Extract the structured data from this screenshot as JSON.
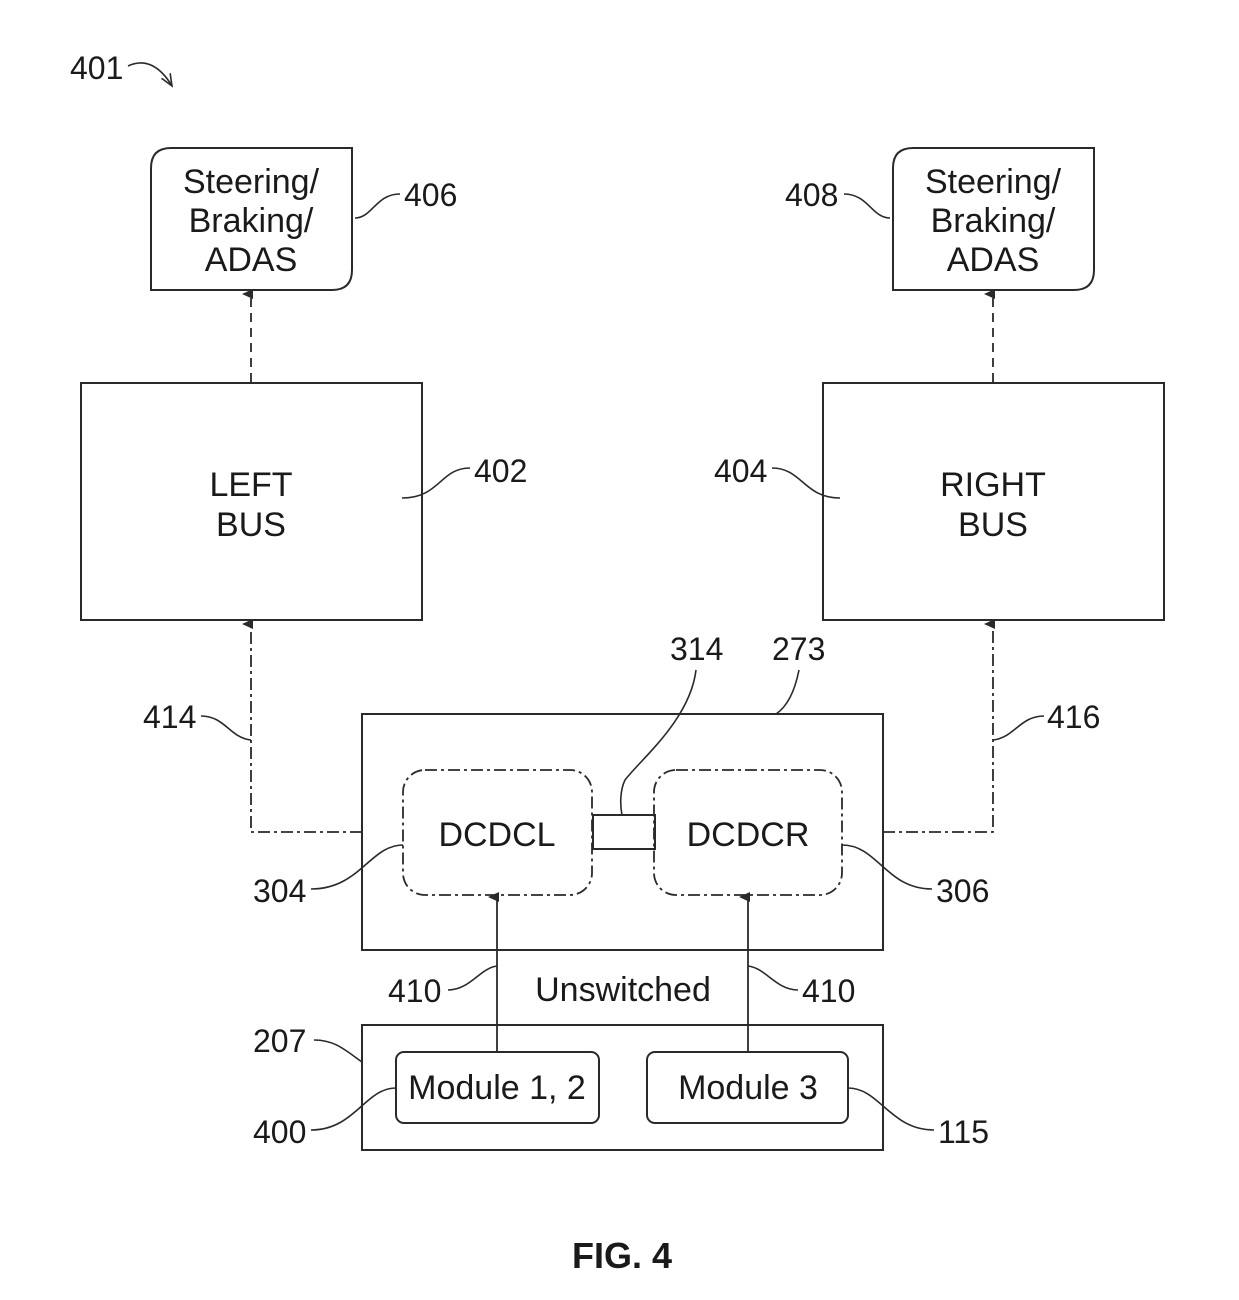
{
  "figure_label": "FIG. 4",
  "refs": {
    "system": "401",
    "left_load": "406",
    "right_load": "408",
    "left_bus": "402",
    "right_bus": "404",
    "link": "314",
    "converter_unit": "273",
    "left_path": "414",
    "right_path": "416",
    "dcdcl": "304",
    "dcdcr": "306",
    "unswitched_left": "410",
    "unswitched_right": "410",
    "battery_pack": "207",
    "module_1_2": "400",
    "module_3": "115"
  },
  "boxes": {
    "left_load": [
      "Steering/",
      "Braking/",
      "ADAS"
    ],
    "right_load": [
      "Steering/",
      "Braking/",
      "ADAS"
    ],
    "left_bus": [
      "LEFT",
      "BUS"
    ],
    "right_bus": [
      "RIGHT",
      "BUS"
    ],
    "dcdcl": "DCDCL",
    "dcdcr": "DCDCR",
    "module_1_2": "Module 1, 2",
    "module_3": "Module 3"
  },
  "unswitched_label": "Unswitched"
}
